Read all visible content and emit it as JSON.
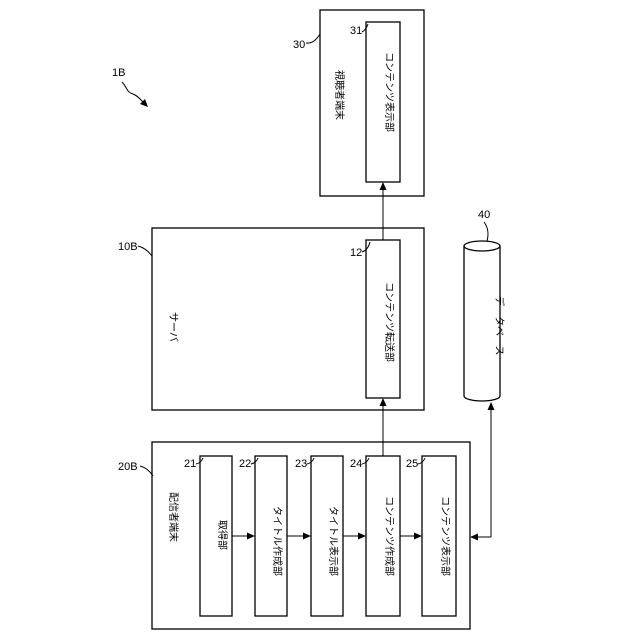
{
  "diagram": {
    "system_ref": "1B",
    "server": {
      "ref": "10B",
      "label": "サーバ"
    },
    "content_transfer": {
      "ref": "12",
      "label": "コンテンツ転送部"
    },
    "viewer_terminal": {
      "ref": "30",
      "label": "視聴者端末"
    },
    "viewer_display": {
      "ref": "31",
      "label": "コンテンツ表示部"
    },
    "database": {
      "ref": "40",
      "label": "データベース"
    },
    "distributor_terminal": {
      "ref": "20B",
      "label": "配信者端末"
    },
    "units": [
      {
        "ref": "21",
        "label": "取得部"
      },
      {
        "ref": "22",
        "label": "タイトル作成部"
      },
      {
        "ref": "23",
        "label": "タイトル表示部"
      },
      {
        "ref": "24",
        "label": "コンテンツ作成部"
      },
      {
        "ref": "25",
        "label": "コンテンツ表示部"
      }
    ]
  }
}
